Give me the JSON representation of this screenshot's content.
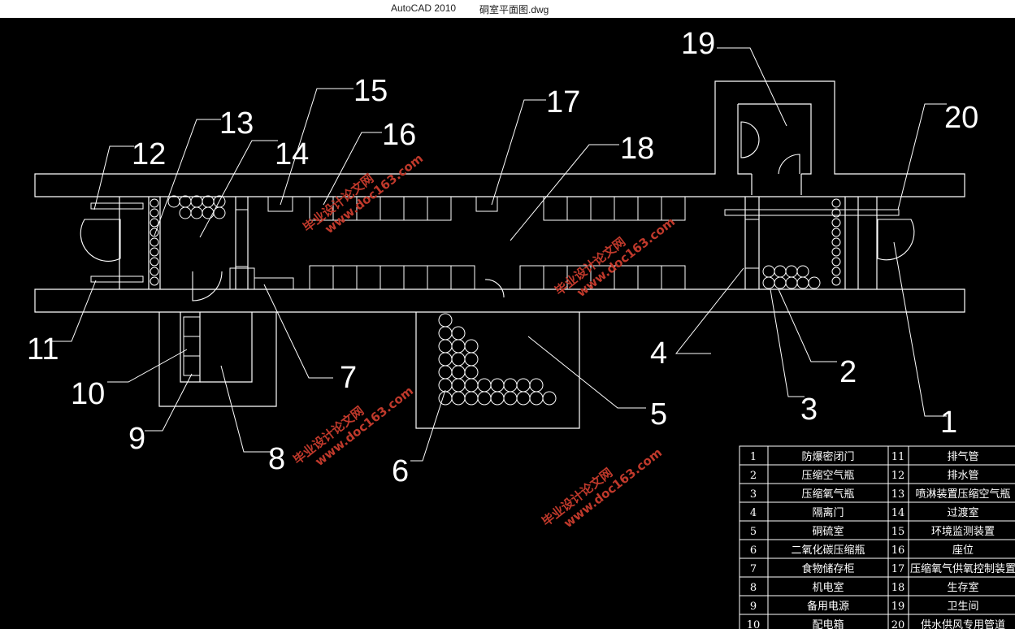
{
  "window": {
    "app_name": "AutoCAD 2010",
    "file_name": "硐室平面图.dwg"
  },
  "colors": {
    "background": "#000000",
    "lines": "#ffffff",
    "watermark": "#c0392b"
  },
  "callouts": [
    "1",
    "2",
    "3",
    "4",
    "5",
    "6",
    "7",
    "8",
    "9",
    "10",
    "11",
    "12",
    "13",
    "14",
    "15",
    "16",
    "17",
    "18",
    "19",
    "20"
  ],
  "legend": [
    {
      "n1": "1",
      "t1": "防爆密闭门",
      "n2": "11",
      "t2": "排气管"
    },
    {
      "n1": "2",
      "t1": "压缩空气瓶",
      "n2": "12",
      "t2": "排水管"
    },
    {
      "n1": "3",
      "t1": "压缩氧气瓶",
      "n2": "13",
      "t2": "喷淋装置压缩空气瓶"
    },
    {
      "n1": "4",
      "t1": "隔离门",
      "n2": "14",
      "t2": "过渡室"
    },
    {
      "n1": "5",
      "t1": "硐硫室",
      "n2": "15",
      "t2": "环境监测装置"
    },
    {
      "n1": "6",
      "t1": "二氧化碳压缩瓶",
      "n2": "16",
      "t2": "座位"
    },
    {
      "n1": "7",
      "t1": "食物储存柜",
      "n2": "17",
      "t2": "压缩氧气供氧控制装置"
    },
    {
      "n1": "8",
      "t1": "机电室",
      "n2": "18",
      "t2": "生存室"
    },
    {
      "n1": "9",
      "t1": "备用电源",
      "n2": "19",
      "t2": "卫生间"
    },
    {
      "n1": "10",
      "t1": "配电箱",
      "n2": "20",
      "t2": "供水供风专用管道"
    }
  ],
  "watermark": {
    "line1": "毕业设计论文网",
    "line2": "www.doc163.com"
  }
}
